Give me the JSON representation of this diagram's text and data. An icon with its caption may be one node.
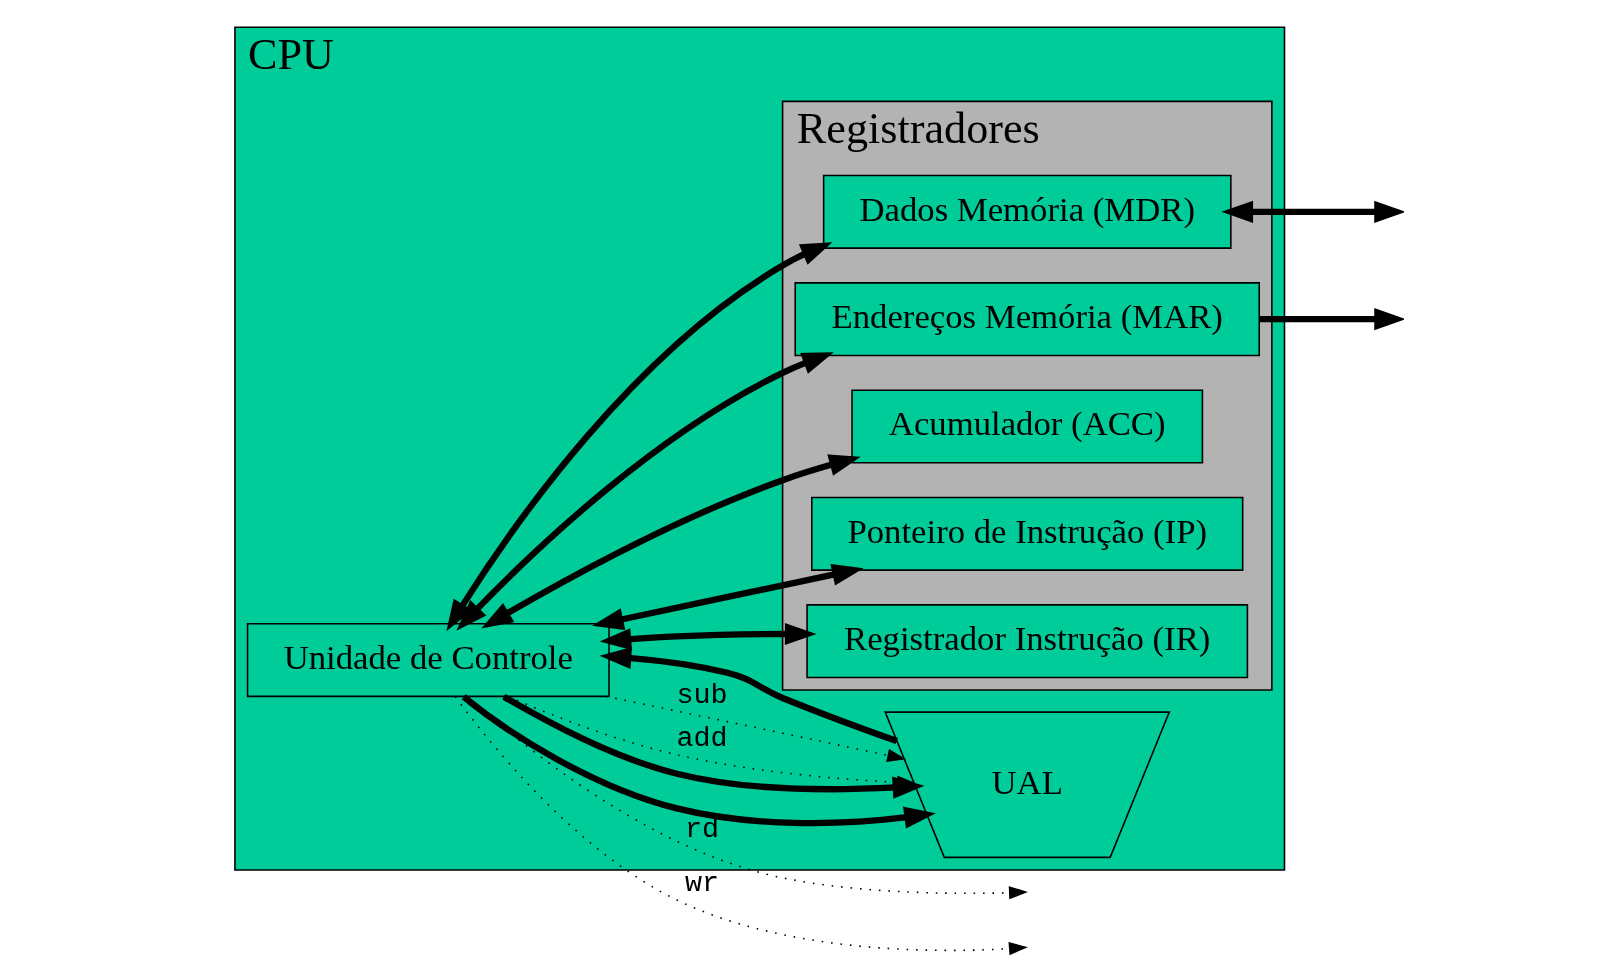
{
  "diagram": {
    "nodes": [
      {
        "text": [
          "CPU"
        ]
      },
      {
        "text": [
          "Unidade de Controle"
        ],
        "in": 0
      },
      {
        "text": [
          "UAL"
        ],
        "in": 0
      },
      {
        "text": [
          "Registradores"
        ],
        "in": 0
      },
      {
        "text": [
          "Dados Memória (MDR)"
        ],
        "in": 3
      },
      {
        "text": [
          "Endereços Memória (MAR)"
        ],
        "in": 3
      },
      {
        "text": [
          "Acumulador (ACC)"
        ],
        "in": 3
      },
      {
        "text": [
          "Ponteiro de Instrução (IP)"
        ],
        "in": 3
      },
      {
        "text": [
          "Registrador Instrução (IR)"
        ],
        "in": 3
      }
    ],
    "edges": [
      {
        "from": 1,
        "to": null,
        "arrow": "to",
        "label": "wr",
        "style": "dashed"
      },
      {
        "from": 1,
        "to": null,
        "arrow": "to",
        "label": "rd",
        "style": "dashed"
      },
      {
        "from": 1,
        "to": 2,
        "arrow": "to"
      },
      {
        "from": 1,
        "to": 2,
        "arrow": "to"
      },
      {
        "from": 1,
        "to": 2,
        "arrow": "to",
        "label": "add",
        "style": "dashed"
      },
      {
        "from": 1,
        "to": 2,
        "arrow": "to",
        "label": "sub",
        "style": "dashed"
      },
      {
        "from": 2,
        "to": 1,
        "arrow": "to"
      },
      {
        "from": 1,
        "to": 4,
        "arrow": "both"
      },
      {
        "from": 1,
        "to": 5,
        "arrow": "both"
      },
      {
        "from": 1,
        "to": 6,
        "arrow": "both"
      },
      {
        "from": 1,
        "to": 7,
        "arrow": "both"
      },
      {
        "from": 1,
        "to": 8,
        "arrow": "both"
      },
      {
        "from": 4,
        "to": null,
        "arrow": "both"
      },
      {
        "from": 5,
        "to": null,
        "arrow": "to"
      }
    ]
  }
}
